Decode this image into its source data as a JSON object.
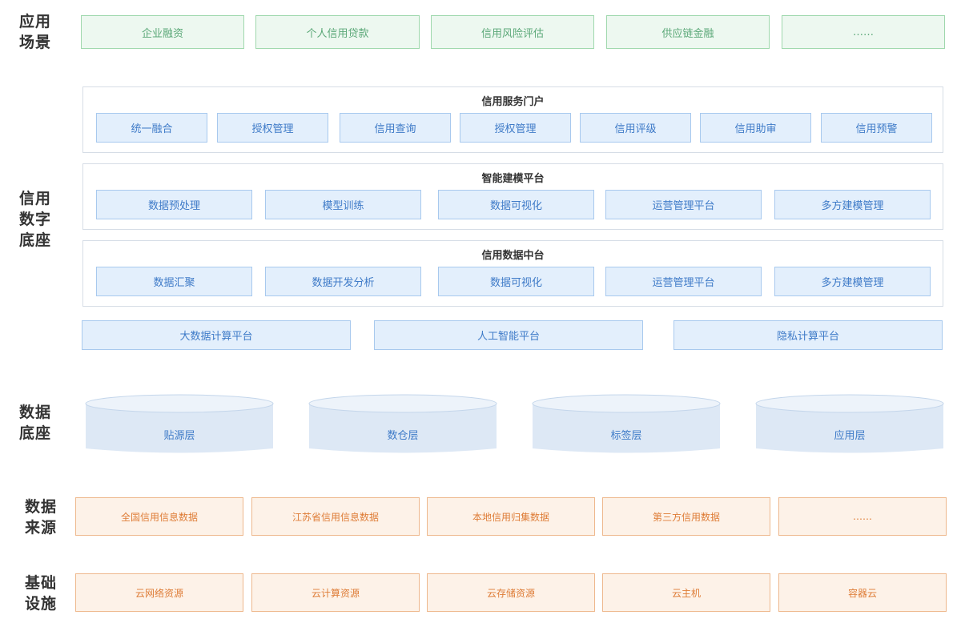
{
  "sections": {
    "app": [
      "应用",
      "场景"
    ],
    "base": [
      "信用",
      "数字",
      "底座"
    ],
    "data": [
      "数据",
      "底座"
    ],
    "src": [
      "数据",
      "来源"
    ],
    "infra": [
      "基础",
      "设施"
    ]
  },
  "scenarios": [
    "企业融资",
    "个人信用贷款",
    "信用风险评估",
    "供应链金融",
    "……"
  ],
  "portal": {
    "title": "信用服务门户",
    "items": [
      "统一融合",
      "授权管理",
      "信用查询",
      "授权管理",
      "信用评级",
      "信用助审",
      "信用预警"
    ]
  },
  "modeling": {
    "title": "智能建模平台",
    "items": [
      "数据预处理",
      "模型训练",
      "数据可视化",
      "运营管理平台",
      "多方建模管理"
    ]
  },
  "middle": {
    "title": "信用数据中台",
    "items": [
      "数据汇聚",
      "数据开发分析",
      "数据可视化",
      "运营管理平台",
      "多方建模管理"
    ]
  },
  "platforms": [
    "大数据计算平台",
    "人工智能平台",
    "隐私计算平台"
  ],
  "layers": [
    "贴源层",
    "数仓层",
    "标签层",
    "应用层"
  ],
  "sources": [
    "全国信用信息数据",
    "江苏省信用信息数据",
    "本地信用归集数据",
    "第三方信用数据",
    "……"
  ],
  "infrastructure": [
    "云网络资源",
    "云计算资源",
    "云存储资源",
    "云主机",
    "容器云"
  ],
  "colors": {
    "green_bg": "#edf8f0",
    "green_text": "#5ba878",
    "blue_bg": "#e3effc",
    "blue_text": "#3f7bc8",
    "orange_bg": "#fdf2e8",
    "orange_text": "#de7c36"
  }
}
